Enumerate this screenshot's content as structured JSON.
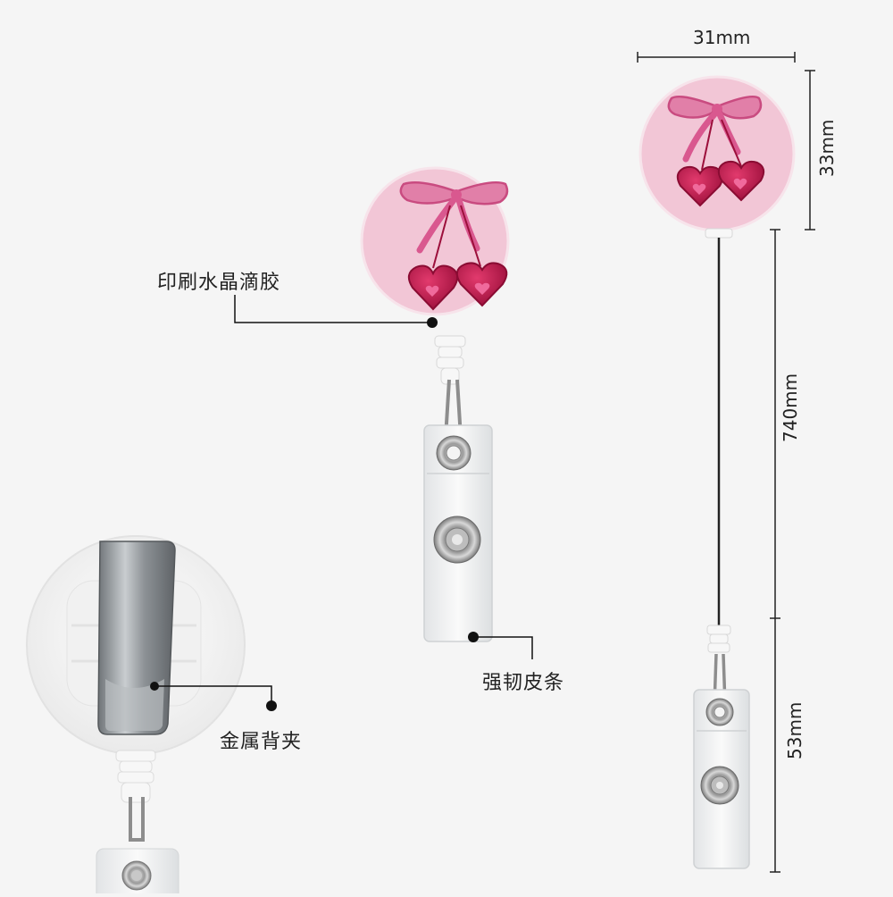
{
  "callouts": {
    "resin_print": "印刷水晶滴胶",
    "leather_strap": "强韧皮条",
    "metal_clip": "金属背夹"
  },
  "dimensions": {
    "width": "31mm",
    "height": "33mm",
    "cord_length": "740mm",
    "strap_length": "53mm"
  },
  "colors": {
    "background": "#f5f5f5",
    "badge_pink": "#f2c6d6",
    "bow_pink": "#d9588f",
    "cherry_red": "#b8184a",
    "heart_pink": "#f06a9c",
    "clip_metal": "#9aa0a4",
    "line": "#111111"
  },
  "icons": [
    "bow-icon",
    "cherry-heart-icon",
    "snap-button-icon",
    "metal-clip-icon"
  ]
}
